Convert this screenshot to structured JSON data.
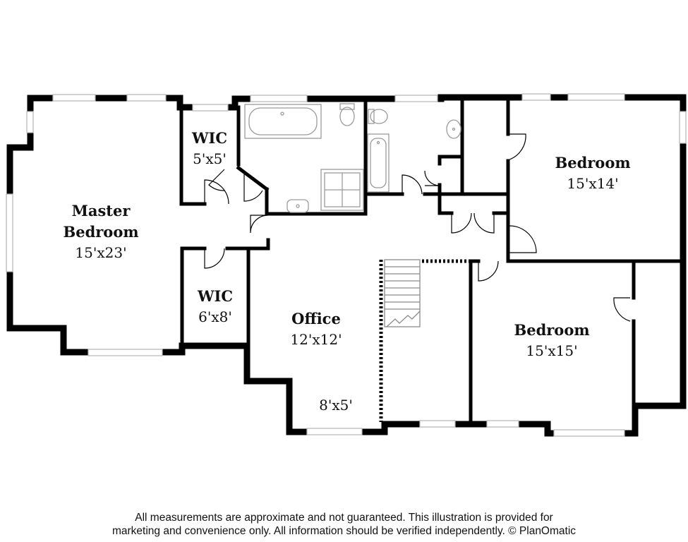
{
  "rooms": {
    "master": {
      "name_line1": "Master",
      "name_line2": "Bedroom",
      "dims": "15'x23'"
    },
    "wic_top": {
      "name": "WIC",
      "dims": "5'x5'"
    },
    "wic_lower": {
      "name": "WIC",
      "dims": "6'x8'"
    },
    "office": {
      "name": "Office",
      "dims": "12'x12'"
    },
    "alcove": {
      "dims": "8'x5'"
    },
    "bedroom_upper": {
      "name": "Bedroom",
      "dims": "15'x14'"
    },
    "bedroom_lower": {
      "name": "Bedroom",
      "dims": "15'x15'"
    }
  },
  "footer": {
    "line1": "All measurements are approximate and not guaranteed. This illustration is provided for",
    "line2": "marketing and convenience only. All information should be verified independently. © PlanOmatic"
  },
  "colors": {
    "wall": "#000000",
    "fixture": "#9a9a9a",
    "window": "#b5b5b5"
  }
}
